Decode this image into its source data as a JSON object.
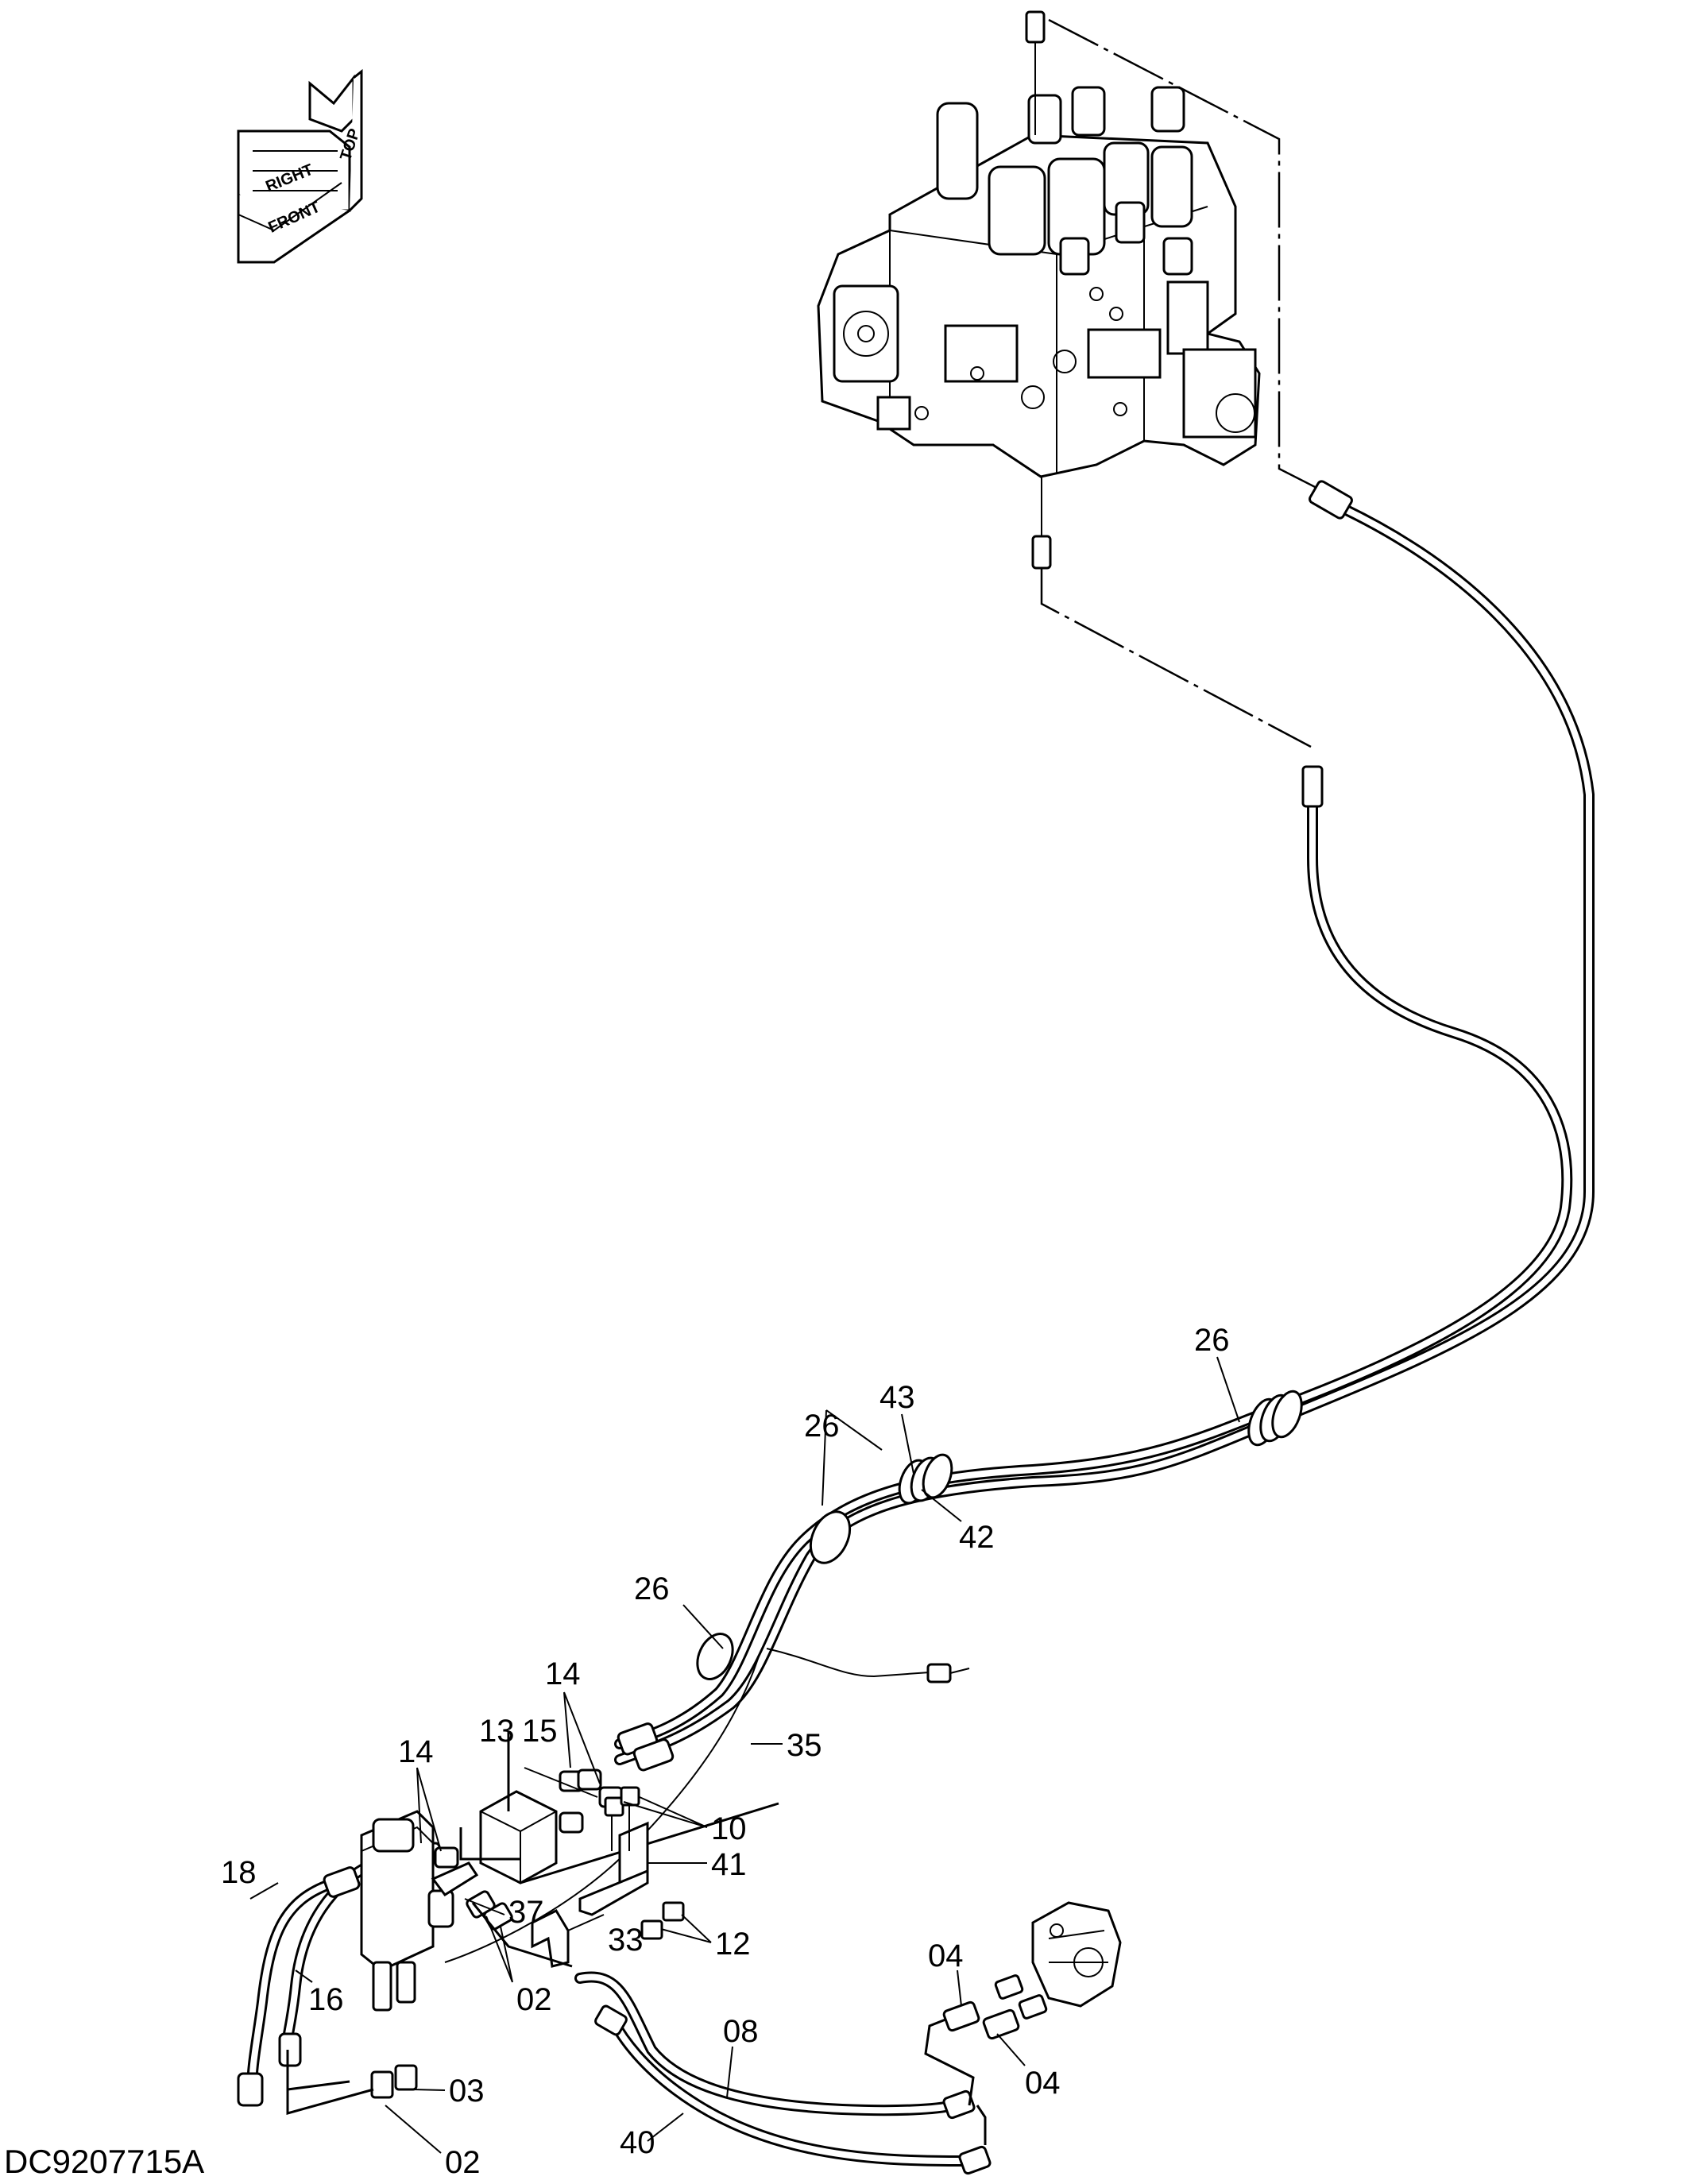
{
  "drawing_number": "DC9207715A",
  "orientation_indicator": {
    "labels": [
      "TOP",
      "RIGHT",
      "FRONT"
    ]
  },
  "callouts": [
    {
      "id": "c26a",
      "text": "26"
    },
    {
      "id": "c43",
      "text": "43"
    },
    {
      "id": "c26b",
      "text": "26"
    },
    {
      "id": "c42",
      "text": "42"
    },
    {
      "id": "c26c",
      "text": "26"
    },
    {
      "id": "c14a",
      "text": "14"
    },
    {
      "id": "c13",
      "text": "13"
    },
    {
      "id": "c15",
      "text": "15"
    },
    {
      "id": "c35",
      "text": "35"
    },
    {
      "id": "c14b",
      "text": "14"
    },
    {
      "id": "c10",
      "text": "10"
    },
    {
      "id": "c41",
      "text": "41"
    },
    {
      "id": "c18",
      "text": "18"
    },
    {
      "id": "c37",
      "text": "37"
    },
    {
      "id": "c33",
      "text": "33"
    },
    {
      "id": "c12",
      "text": "12"
    },
    {
      "id": "c04a",
      "text": "04"
    },
    {
      "id": "c16",
      "text": "16"
    },
    {
      "id": "c02a",
      "text": "02"
    },
    {
      "id": "c08",
      "text": "08"
    },
    {
      "id": "c04b",
      "text": "04"
    },
    {
      "id": "c03",
      "text": "03"
    },
    {
      "id": "c40",
      "text": "40"
    },
    {
      "id": "c02b",
      "text": "02"
    }
  ]
}
